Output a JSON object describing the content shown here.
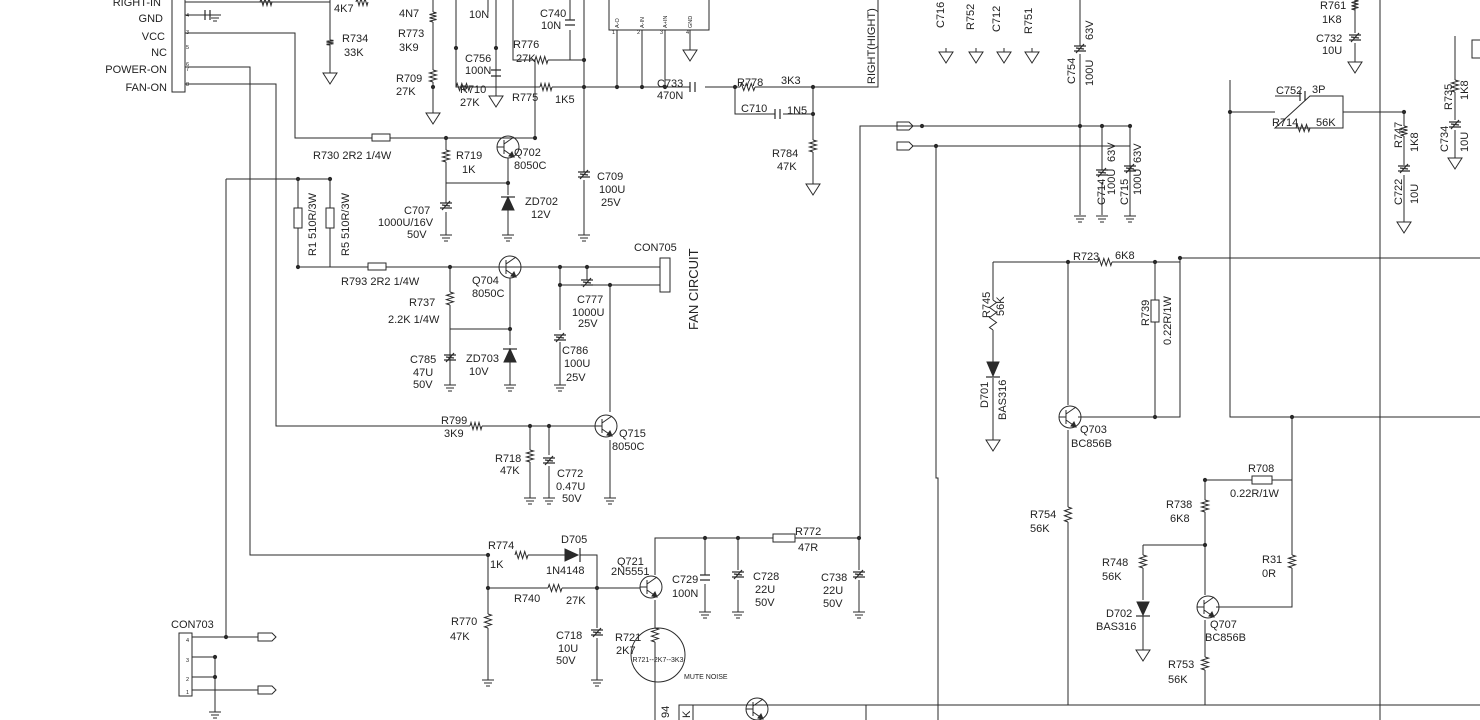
{
  "connector_pins": [
    "RIGHT-IN",
    "GND",
    "VCC",
    "NC",
    "POWER-ON",
    "FAN-ON"
  ],
  "labels": [
    {
      "id": "r4k7",
      "t": "4K7"
    },
    {
      "id": "4n7",
      "t": "4N7"
    },
    {
      "id": "10n",
      "t": "10N"
    },
    {
      "id": "c740",
      "t": "C740"
    },
    {
      "id": "c740v",
      "t": "10N"
    },
    {
      "id": "r734",
      "t": "R734"
    },
    {
      "id": "r734v",
      "t": "33K"
    },
    {
      "id": "r773",
      "t": "R773"
    },
    {
      "id": "r773v",
      "t": "3K9"
    },
    {
      "id": "c756",
      "t": "C756"
    },
    {
      "id": "c756v",
      "t": "100N"
    },
    {
      "id": "r776",
      "t": "R776"
    },
    {
      "id": "r776v",
      "t": "27K"
    },
    {
      "id": "r709",
      "t": "R709"
    },
    {
      "id": "r709v",
      "t": "27K"
    },
    {
      "id": "r710",
      "t": "R710"
    },
    {
      "id": "r710v",
      "t": "27K"
    },
    {
      "id": "r775",
      "t": "R775"
    },
    {
      "id": "r775v",
      "t": "1K5"
    },
    {
      "id": "c733",
      "t": "C733"
    },
    {
      "id": "c733v",
      "t": "470N"
    },
    {
      "id": "r778",
      "t": "R778"
    },
    {
      "id": "r778v",
      "t": "3K3"
    },
    {
      "id": "c710",
      "t": "C710"
    },
    {
      "id": "c710v",
      "t": "1N5"
    },
    {
      "id": "r784",
      "t": "R784"
    },
    {
      "id": "r784v",
      "t": "47K"
    },
    {
      "id": "r730",
      "t": "R730 2R2 1/4W"
    },
    {
      "id": "r719",
      "t": "R719"
    },
    {
      "id": "r719v",
      "t": "1K"
    },
    {
      "id": "q702",
      "t": "Q702"
    },
    {
      "id": "q702v",
      "t": "8050C"
    },
    {
      "id": "c709",
      "t": "C709"
    },
    {
      "id": "c709v1",
      "t": "100U"
    },
    {
      "id": "c709v2",
      "t": "25V"
    },
    {
      "id": "c707",
      "t": "C707"
    },
    {
      "id": "c707v1",
      "t": "1000U/16V"
    },
    {
      "id": "c707v2",
      "t": "50V"
    },
    {
      "id": "zd702",
      "t": "ZD702"
    },
    {
      "id": "zd702v",
      "t": "12V"
    },
    {
      "id": "con705",
      "t": "CON705"
    },
    {
      "id": "r793",
      "t": "R793 2R2 1/4W"
    },
    {
      "id": "q704",
      "t": "Q704"
    },
    {
      "id": "q704v",
      "t": "8050C"
    },
    {
      "id": "c777",
      "t": "C777"
    },
    {
      "id": "c777v1",
      "t": "1000U"
    },
    {
      "id": "c777v2",
      "t": "25V"
    },
    {
      "id": "r737",
      "t": "R737"
    },
    {
      "id": "r737v",
      "t": "2.2K 1/4W"
    },
    {
      "id": "c786",
      "t": "C786"
    },
    {
      "id": "c786v1",
      "t": "100U"
    },
    {
      "id": "c786v2",
      "t": "25V"
    },
    {
      "id": "c785",
      "t": "C785"
    },
    {
      "id": "c785v1",
      "t": "47U"
    },
    {
      "id": "c785v2",
      "t": "50V"
    },
    {
      "id": "zd703",
      "t": "ZD703"
    },
    {
      "id": "zd703v",
      "t": "10V"
    },
    {
      "id": "r799",
      "t": "R799"
    },
    {
      "id": "r799v",
      "t": "3K9"
    },
    {
      "id": "q715",
      "t": "Q715"
    },
    {
      "id": "q715v",
      "t": "8050C"
    },
    {
      "id": "r718",
      "t": "R718"
    },
    {
      "id": "r718v",
      "t": "47K"
    },
    {
      "id": "c772",
      "t": "C772"
    },
    {
      "id": "c772v1",
      "t": "0.47U"
    },
    {
      "id": "c772v2",
      "t": "50V"
    },
    {
      "id": "r774",
      "t": "R774"
    },
    {
      "id": "r774v",
      "t": "1K"
    },
    {
      "id": "d705",
      "t": "D705"
    },
    {
      "id": "d705v",
      "t": "1N4148"
    },
    {
      "id": "q721",
      "t": "Q721"
    },
    {
      "id": "q721v",
      "t": "2N5551"
    },
    {
      "id": "r772",
      "t": "R772"
    },
    {
      "id": "r772v",
      "t": "47R"
    },
    {
      "id": "r740",
      "t": "R740"
    },
    {
      "id": "r740v",
      "t": "27K"
    },
    {
      "id": "c729",
      "t": "C729"
    },
    {
      "id": "c729v",
      "t": "100N"
    },
    {
      "id": "c728",
      "t": "C728"
    },
    {
      "id": "c728v1",
      "t": "22U"
    },
    {
      "id": "c728v2",
      "t": "50V"
    },
    {
      "id": "c738",
      "t": "C738"
    },
    {
      "id": "c738v1",
      "t": "22U"
    },
    {
      "id": "c738v2",
      "t": "50V"
    },
    {
      "id": "r770",
      "t": "R770"
    },
    {
      "id": "r770v",
      "t": "47K"
    },
    {
      "id": "c718",
      "t": "C718"
    },
    {
      "id": "c718v1",
      "t": "10U"
    },
    {
      "id": "c718v2",
      "t": "50V"
    },
    {
      "id": "r721",
      "t": "R721"
    },
    {
      "id": "r721v",
      "t": "2K7"
    },
    {
      "id": "con703",
      "t": "CON703"
    },
    {
      "id": "r761",
      "t": "R761"
    },
    {
      "id": "r761v",
      "t": "1K8"
    },
    {
      "id": "c732",
      "t": "C732"
    },
    {
      "id": "c732v",
      "t": "10U"
    },
    {
      "id": "c752",
      "t": "C752"
    },
    {
      "id": "c752v",
      "t": "3P"
    },
    {
      "id": "r714",
      "t": "R714"
    },
    {
      "id": "r714v",
      "t": "56K"
    },
    {
      "id": "r723",
      "t": "R723"
    },
    {
      "id": "r723v",
      "t": "6K8"
    },
    {
      "id": "q703",
      "t": "Q703"
    },
    {
      "id": "q703v",
      "t": "BC856B"
    },
    {
      "id": "r708",
      "t": "R708"
    },
    {
      "id": "r708v",
      "t": "0.22R/1W"
    },
    {
      "id": "r738",
      "t": "R738"
    },
    {
      "id": "r738v",
      "t": "6K8"
    },
    {
      "id": "r754",
      "t": "R754"
    },
    {
      "id": "r754v",
      "t": "56K"
    },
    {
      "id": "r748",
      "t": "R748"
    },
    {
      "id": "r748v",
      "t": "56K"
    },
    {
      "id": "r31",
      "t": "R31"
    },
    {
      "id": "r31v",
      "t": "0R"
    },
    {
      "id": "d702",
      "t": "D702"
    },
    {
      "id": "d702v",
      "t": "BAS316"
    },
    {
      "id": "q707",
      "t": "Q707"
    },
    {
      "id": "q707v",
      "t": "BC856B"
    },
    {
      "id": "r753",
      "t": "R753"
    },
    {
      "id": "r753v",
      "t": "56K"
    }
  ],
  "vertical_labels": [
    {
      "id": "fan",
      "t": "FAN CIRCUIT"
    },
    {
      "id": "right",
      "t": "RIGHT(HIGHT)"
    },
    {
      "id": "r1",
      "t": "R1 510R/3W"
    },
    {
      "id": "r5",
      "t": "R5 510R/3W"
    },
    {
      "id": "c716",
      "t": "C716"
    },
    {
      "id": "r752",
      "t": "R752"
    },
    {
      "id": "c712",
      "t": "C712"
    },
    {
      "id": "r751",
      "t": "R751"
    },
    {
      "id": "c754",
      "t": "C754"
    },
    {
      "id": "c754v",
      "t": "100U"
    },
    {
      "id": "c754w",
      "t": "63V"
    },
    {
      "id": "c714",
      "t": "C714"
    },
    {
      "id": "c714v",
      "t": "100U"
    },
    {
      "id": "c714w",
      "t": "63V"
    },
    {
      "id": "c715",
      "t": "C715"
    },
    {
      "id": "c715v",
      "t": "100U"
    },
    {
      "id": "c715w",
      "t": "63V"
    },
    {
      "id": "r745",
      "t": "R745"
    },
    {
      "id": "r745v",
      "t": "56K"
    },
    {
      "id": "d701",
      "t": "D701"
    },
    {
      "id": "d701v",
      "t": "BAS316"
    },
    {
      "id": "r739",
      "t": "R739"
    },
    {
      "id": "r739v",
      "t": "0.22R/1W"
    },
    {
      "id": "r747",
      "t": "R747"
    },
    {
      "id": "r747v",
      "t": "1K8"
    },
    {
      "id": "c722",
      "t": "C722"
    },
    {
      "id": "c722v",
      "t": "10U"
    },
    {
      "id": "c734",
      "t": "C734"
    },
    {
      "id": "c734v",
      "t": "10U"
    },
    {
      "id": "r735",
      "t": "R735"
    },
    {
      "id": "r735v",
      "t": "1K8"
    },
    {
      "id": "r94",
      "t": "94"
    },
    {
      "id": "k",
      "t": "K"
    }
  ],
  "ic_pins": [
    "A-O",
    "A-IN",
    "A+IN",
    "GND"
  ],
  "pin_numbers": [
    "4",
    "3",
    "5",
    "6",
    "7",
    "8"
  ],
  "con703_pins": [
    "4",
    "3",
    "2",
    "1"
  ],
  "ic_pin_nums": [
    "1",
    "2",
    "3",
    "4"
  ],
  "notes": {
    "mute_circle": "R721--2K7--3K3",
    "mute_label": "MUTE NOISE"
  }
}
